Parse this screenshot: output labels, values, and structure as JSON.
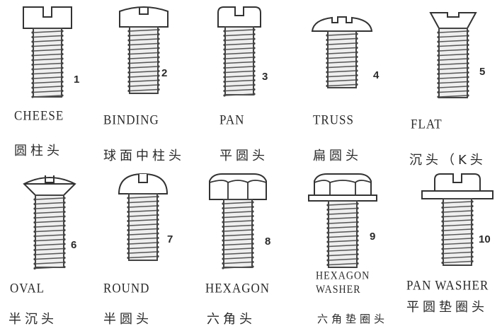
{
  "title": "Screw head types",
  "items": [
    {
      "number": "1",
      "name": "CHEESE",
      "name_zh": "圆柱头",
      "head_icon": "cheese-head"
    },
    {
      "number": "2",
      "name": "BINDING",
      "name_zh": "球面中柱头",
      "head_icon": "binding-head"
    },
    {
      "number": "3",
      "name": "PAN",
      "name_zh": "平圆头",
      "head_icon": "pan-head"
    },
    {
      "number": "4",
      "name": "TRUSS",
      "name_zh": "扁圆头",
      "head_icon": "truss-head"
    },
    {
      "number": "5",
      "name": "FLAT",
      "name_zh": "沉头（K头",
      "head_icon": "flat-head"
    },
    {
      "number": "6",
      "name": "OVAL",
      "name_zh": "半沉头",
      "head_icon": "oval-head"
    },
    {
      "number": "7",
      "name": "ROUND",
      "name_zh": "半圆头",
      "head_icon": "round-head"
    },
    {
      "number": "8",
      "name": "HEXAGON",
      "name_zh": "六角头",
      "head_icon": "hexagon-head"
    },
    {
      "number": "9",
      "name": "HEXAGON\nWASHER",
      "name_zh": "六角垫圈头",
      "head_icon": "hexagon-washer-head"
    },
    {
      "number": "10",
      "name": "PAN WASHER",
      "name_zh": "平圆垫圈头",
      "head_icon": "pan-washer-head"
    }
  ]
}
